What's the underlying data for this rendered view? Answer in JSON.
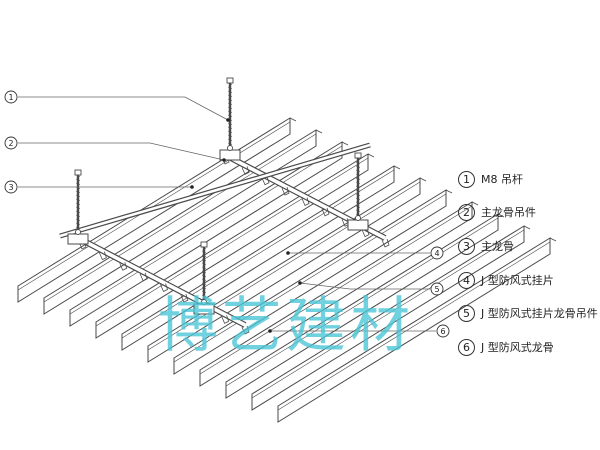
{
  "diagram": {
    "callouts": [
      {
        "num": "1",
        "label": "M8 吊杆"
      },
      {
        "num": "2",
        "label": "主龙骨吊件"
      },
      {
        "num": "3",
        "label": "主龙骨"
      },
      {
        "num": "4",
        "label": "J 型防风式挂片"
      },
      {
        "num": "5",
        "label": "J 型防风式挂片龙骨吊件"
      },
      {
        "num": "6",
        "label": "J 型防风式龙骨"
      }
    ],
    "watermark": "博艺建材",
    "colors": {
      "line": "#4a4a4a",
      "callout_line": "#666666",
      "watermark": "#48c4d6",
      "background": "#ffffff"
    }
  }
}
